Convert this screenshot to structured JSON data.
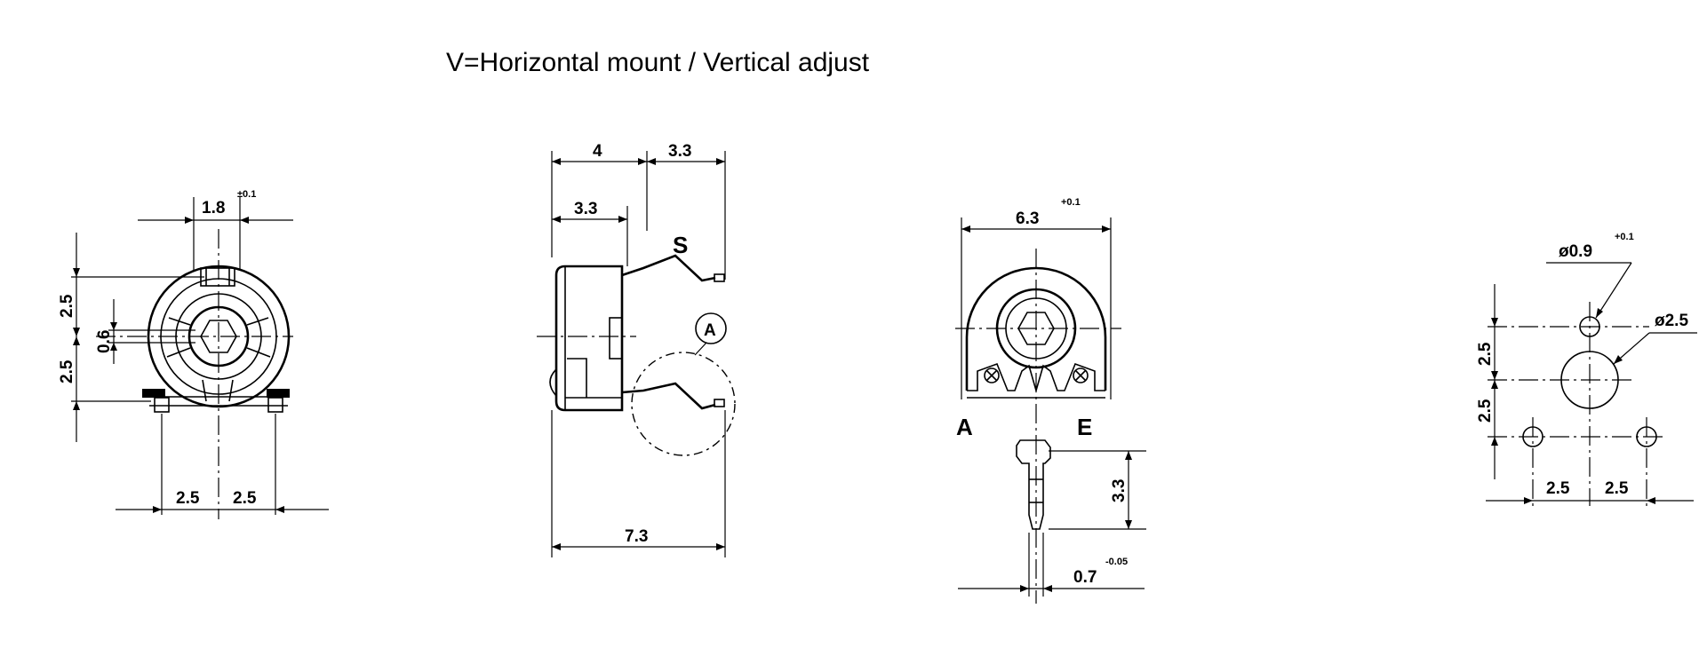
{
  "title": "V=Horizontal mount / Vertical adjust",
  "front_view": {
    "dim_width": "1.8",
    "dim_width_tol": "±0.1",
    "dim_upper": "2.5",
    "dim_lower": "2.5",
    "dim_shaft": "0.6",
    "dim_pitch_left": "2.5",
    "dim_pitch_right": "2.5"
  },
  "side_view": {
    "dim_body": "4",
    "dim_lead": "3.3",
    "dim_inner": "3.3",
    "dim_total": "7.3",
    "label_s": "S",
    "label_detail": "A"
  },
  "back_view": {
    "dim_width": "6.3",
    "dim_width_tol": "+0.1",
    "label_a": "A",
    "label_e": "E",
    "dim_pin_length": "3.3",
    "dim_pin_width": "0.7",
    "dim_pin_width_tol": "-0.05"
  },
  "pcb_layout": {
    "dim_hole_small": "ø0.9",
    "dim_hole_small_tol": "+0.1",
    "dim_hole_large": "ø2.5",
    "dim_v_upper": "2.5",
    "dim_v_lower": "2.5",
    "dim_h_left": "2.5",
    "dim_h_right": "2.5"
  }
}
